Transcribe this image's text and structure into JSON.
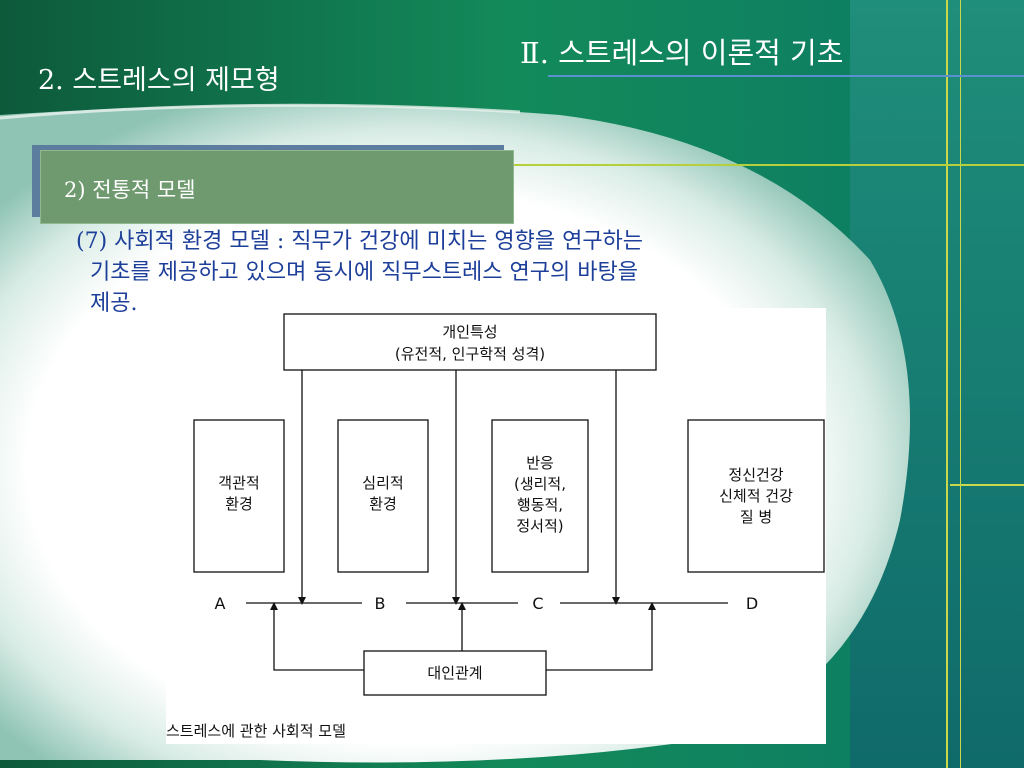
{
  "header": {
    "title": "Ⅱ. 스트레스의 이론적 기초",
    "subtitle": "2. 스트레스의 제모형"
  },
  "section": {
    "label": "2) 전통적 모델"
  },
  "body": {
    "line1": "(7) 사회적 환경 모델 : 직무가 건강에 미치는 영향을 연구하는",
    "line2": "기초를 제공하고 있으며 동시에 직무스트레스 연구의 바탕을",
    "line3": "제공."
  },
  "diagram": {
    "top_box": {
      "line1": "개인특성",
      "line2": "(유전적, 인구학적 성격)"
    },
    "boxes": [
      {
        "lines": [
          "객관적",
          "환경"
        ]
      },
      {
        "lines": [
          "심리적",
          "환경"
        ]
      },
      {
        "lines": [
          "반응",
          "(생리적,",
          "행동적,",
          "정서적)"
        ]
      },
      {
        "lines": [
          "정신건강",
          "신체적 건강",
          "질 병"
        ]
      }
    ],
    "nodes": [
      "A",
      "B",
      "C",
      "D"
    ],
    "bottom_box": "대인관계",
    "caption": "스트레스에 관한 사회적 모델"
  },
  "colors": {
    "background": "#0f6a4a",
    "title_text": "#ffffff",
    "body_text": "#1d3f9a",
    "section_box": "#6f9a6f",
    "accent_line": "#b5d03a"
  }
}
